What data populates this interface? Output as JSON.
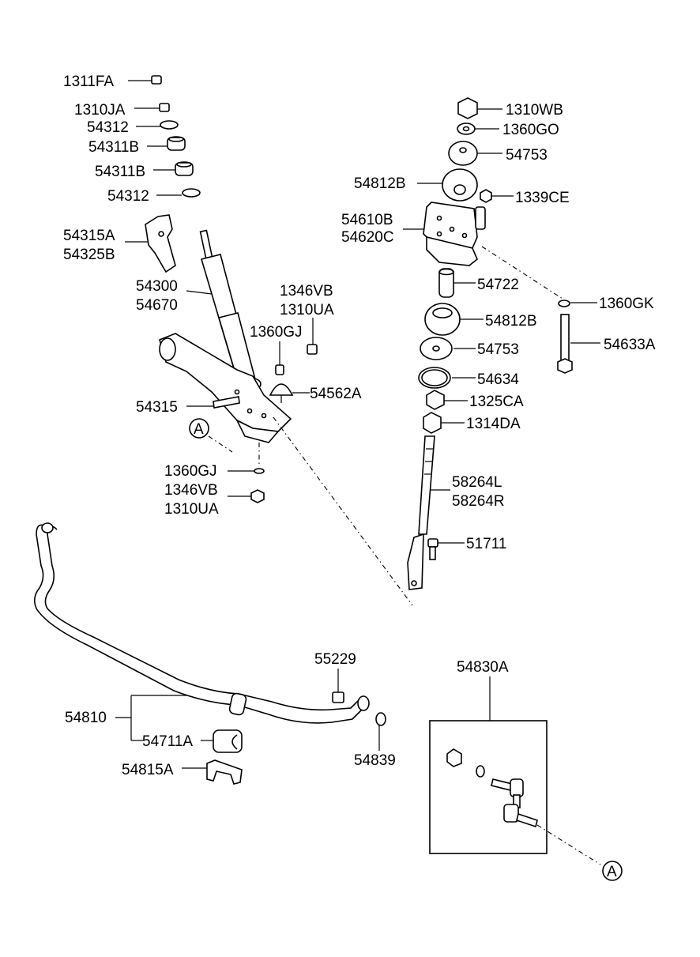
{
  "parts": {
    "p1311FA": "1311FA",
    "p1310JA": "1310JA",
    "p54312a": "54312",
    "p54311Ba": "54311B",
    "p54311Bb": "54311B",
    "p54312b": "54312",
    "p54315A": "54315A",
    "p54325B": "54325B",
    "p54300": "54300",
    "p54670": "54670",
    "p1346VBa": "1346VB",
    "p1310UAa": "1310UA",
    "p1360GJa": "1360GJ",
    "p54562A": "54562A",
    "p54315": "54315",
    "p1360GJb": "1360GJ",
    "p1346VBb": "1346VB",
    "p1310UAb": "1310UA",
    "p1310WB": "1310WB",
    "p1360GO": "1360GO",
    "p54753a": "54753",
    "p54812Ba": "54812B",
    "p1339CE": "1339CE",
    "p54610B": "54610B",
    "p54620C": "54620C",
    "p54722": "54722",
    "p1360GK": "1360GK",
    "p54812Bb": "54812B",
    "p54633A": "54633A",
    "p54753b": "54753",
    "p54634": "54634",
    "p1325CA": "1325CA",
    "p1314DA": "1314DA",
    "p58264L": "58264L",
    "p58264R": "58264R",
    "p51711": "51711",
    "p55229": "55229",
    "p54830A": "54830A",
    "p54810": "54810",
    "p54711A": "54711A",
    "p54815A": "54815A",
    "p54839": "54839"
  },
  "markers": {
    "refA1": "A",
    "refA2": "A"
  }
}
